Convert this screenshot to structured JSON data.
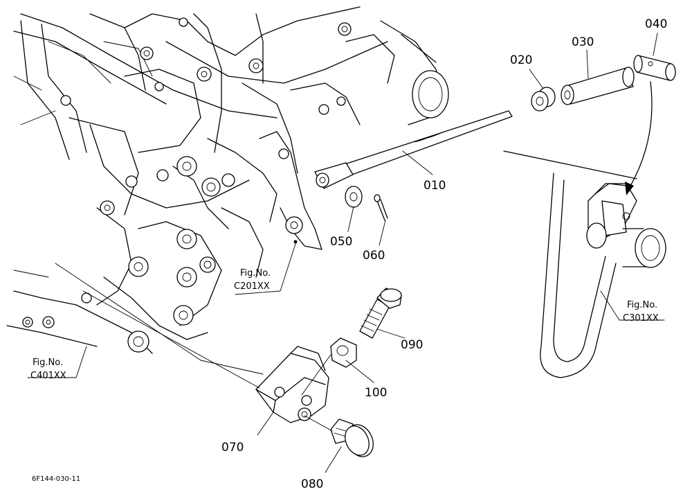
{
  "parts": {
    "p010": "010",
    "p020": "020",
    "p030": "030",
    "p040": "040",
    "p050": "050",
    "p060": "060",
    "p070": "070",
    "p080": "080",
    "p090": "090",
    "p100": "100"
  },
  "refs": {
    "c201": {
      "line1": "Fig.No.",
      "line2": "C201XX"
    },
    "c301": {
      "line1": "Fig.No.",
      "line2": "C301XX"
    },
    "c401": {
      "line1": "Fig.No.",
      "line2": "C401XX"
    }
  },
  "drawing_code": "6F144-030-11"
}
